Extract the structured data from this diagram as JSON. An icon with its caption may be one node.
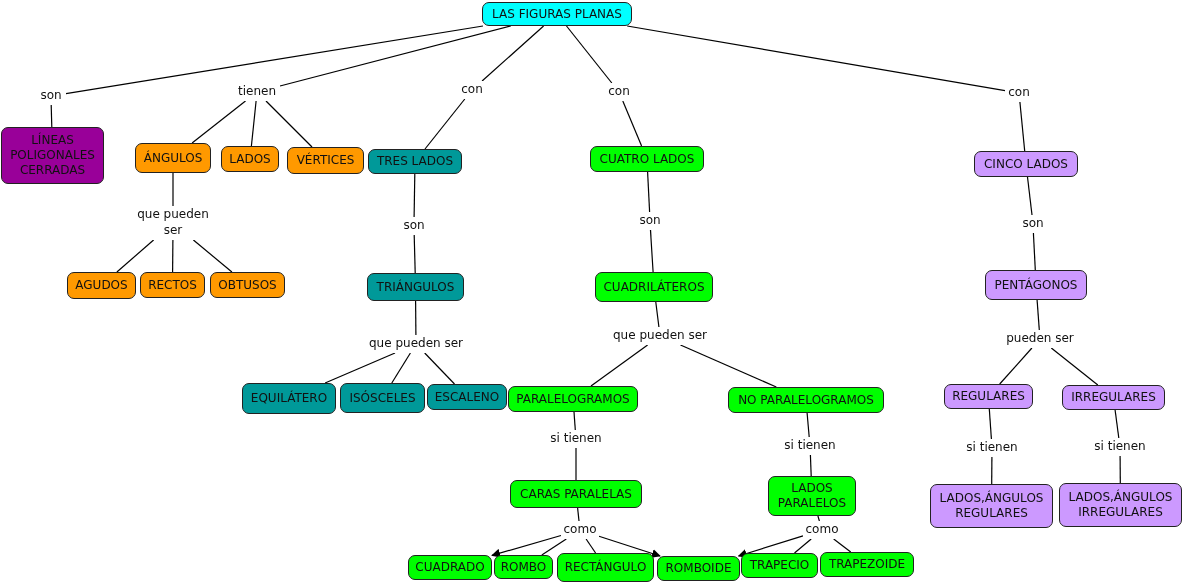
{
  "diagram": {
    "nodes": [
      {
        "text": [
          "LAS FIGURAS PLANAS"
        ]
      },
      {
        "text": [
          "son"
        ]
      },
      {
        "text": [
          "tienen"
        ]
      },
      {
        "text": [
          "con"
        ]
      },
      {
        "text": [
          "con"
        ]
      },
      {
        "text": [
          "con"
        ]
      },
      {
        "text": [
          "LÍNEAS POLIGONALES CERRADAS"
        ]
      },
      {
        "text": [
          "ÁNGULOS"
        ]
      },
      {
        "text": [
          "LADOS"
        ]
      },
      {
        "text": [
          "VÉRTICES"
        ]
      },
      {
        "text": [
          "TRES LADOS"
        ]
      },
      {
        "text": [
          "CUATRO LADOS"
        ]
      },
      {
        "text": [
          "CINCO LADOS"
        ]
      },
      {
        "text": [
          "que pueden ser"
        ]
      },
      {
        "text": [
          "son"
        ]
      },
      {
        "text": [
          "son"
        ]
      },
      {
        "text": [
          "son"
        ]
      },
      {
        "text": [
          "AGUDOS"
        ]
      },
      {
        "text": [
          "RECTOS"
        ]
      },
      {
        "text": [
          "OBTUSOS"
        ]
      },
      {
        "text": [
          "TRIÁNGULOS"
        ]
      },
      {
        "text": [
          "CUADRILÁTEROS"
        ]
      },
      {
        "text": [
          "PENTÁGONOS"
        ]
      },
      {
        "text": [
          "que pueden ser"
        ]
      },
      {
        "text": [
          "que pueden ser"
        ]
      },
      {
        "text": [
          "pueden ser"
        ]
      },
      {
        "text": [
          "EQUILÁTERO"
        ]
      },
      {
        "text": [
          "ISÓSCELES"
        ]
      },
      {
        "text": [
          "ESCALENO"
        ]
      },
      {
        "text": [
          "PARALELOGRAMOS"
        ]
      },
      {
        "text": [
          "NO PARALELOGRAMOS"
        ]
      },
      {
        "text": [
          "REGULARES"
        ]
      },
      {
        "text": [
          "IRREGULARES"
        ]
      },
      {
        "text": [
          "si tienen"
        ]
      },
      {
        "text": [
          "si tienen"
        ]
      },
      {
        "text": [
          "si tienen"
        ]
      },
      {
        "text": [
          "si tienen"
        ]
      },
      {
        "text": [
          "CARAS PARALELAS"
        ]
      },
      {
        "text": [
          "LADOS PARALELOS"
        ]
      },
      {
        "text": [
          "LADOS,ÁNGULOS REGULARES"
        ]
      },
      {
        "text": [
          "LADOS,ÁNGULOS IRREGULARES"
        ]
      },
      {
        "text": [
          "como"
        ]
      },
      {
        "text": [
          "como"
        ]
      },
      {
        "text": [
          "CUADRADO"
        ]
      },
      {
        "text": [
          "ROMBO"
        ]
      },
      {
        "text": [
          "RECTÁNGULO"
        ]
      },
      {
        "text": [
          "ROMBOIDE"
        ]
      },
      {
        "text": [
          "TRAPECIO"
        ]
      },
      {
        "text": [
          "TRAPEZOIDE"
        ]
      }
    ],
    "edges": [
      {
        "from": 0,
        "to": 1,
        "arrow": "none"
      },
      {
        "from": 0,
        "to": 2,
        "arrow": "none"
      },
      {
        "from": 0,
        "to": 3,
        "arrow": "none"
      },
      {
        "from": 0,
        "to": 4,
        "arrow": "none"
      },
      {
        "from": 0,
        "to": 5,
        "arrow": "none"
      },
      {
        "from": 1,
        "to": 6,
        "arrow": "none"
      },
      {
        "from": 2,
        "to": 7,
        "arrow": "none"
      },
      {
        "from": 2,
        "to": 8,
        "arrow": "none"
      },
      {
        "from": 2,
        "to": 9,
        "arrow": "none"
      },
      {
        "from": 3,
        "to": 10,
        "arrow": "none"
      },
      {
        "from": 4,
        "to": 11,
        "arrow": "none"
      },
      {
        "from": 5,
        "to": 12,
        "arrow": "none"
      },
      {
        "from": 7,
        "to": 13,
        "arrow": "none"
      },
      {
        "from": 10,
        "to": 14,
        "arrow": "none"
      },
      {
        "from": 11,
        "to": 15,
        "arrow": "none"
      },
      {
        "from": 12,
        "to": 16,
        "arrow": "none"
      },
      {
        "from": 13,
        "to": 17,
        "arrow": "none"
      },
      {
        "from": 13,
        "to": 18,
        "arrow": "none"
      },
      {
        "from": 13,
        "to": 19,
        "arrow": "none"
      },
      {
        "from": 14,
        "to": 20,
        "arrow": "none"
      },
      {
        "from": 15,
        "to": 21,
        "arrow": "none"
      },
      {
        "from": 16,
        "to": 22,
        "arrow": "none"
      },
      {
        "from": 20,
        "to": 23,
        "arrow": "none"
      },
      {
        "from": 21,
        "to": 24,
        "arrow": "none"
      },
      {
        "from": 22,
        "to": 25,
        "arrow": "none"
      },
      {
        "from": 23,
        "to": 26,
        "arrow": "none"
      },
      {
        "from": 23,
        "to": 27,
        "arrow": "none"
      },
      {
        "from": 23,
        "to": 28,
        "arrow": "none"
      },
      {
        "from": 24,
        "to": 29,
        "arrow": "none"
      },
      {
        "from": 24,
        "to": 30,
        "arrow": "none"
      },
      {
        "from": 25,
        "to": 31,
        "arrow": "none"
      },
      {
        "from": 25,
        "to": 32,
        "arrow": "none"
      },
      {
        "from": 29,
        "to": 33,
        "arrow": "none"
      },
      {
        "from": 30,
        "to": 34,
        "arrow": "none"
      },
      {
        "from": 31,
        "to": 35,
        "arrow": "none"
      },
      {
        "from": 32,
        "to": 36,
        "arrow": "none"
      },
      {
        "from": 33,
        "to": 37,
        "arrow": "none"
      },
      {
        "from": 34,
        "to": 38,
        "arrow": "none"
      },
      {
        "from": 35,
        "to": 39,
        "arrow": "none"
      },
      {
        "from": 36,
        "to": 40,
        "arrow": "none"
      },
      {
        "from": 37,
        "to": 41,
        "arrow": "none"
      },
      {
        "from": 38,
        "to": 42,
        "arrow": "none"
      },
      {
        "from": 41,
        "to": 43,
        "arrow": "to"
      },
      {
        "from": 41,
        "to": 44,
        "arrow": "none"
      },
      {
        "from": 41,
        "to": 45,
        "arrow": "none"
      },
      {
        "from": 41,
        "to": 46,
        "arrow": "to"
      },
      {
        "from": 42,
        "to": 46,
        "arrow": "to"
      },
      {
        "from": 42,
        "to": 47,
        "arrow": "none"
      },
      {
        "from": 42,
        "to": 48,
        "arrow": "none"
      }
    ]
  }
}
